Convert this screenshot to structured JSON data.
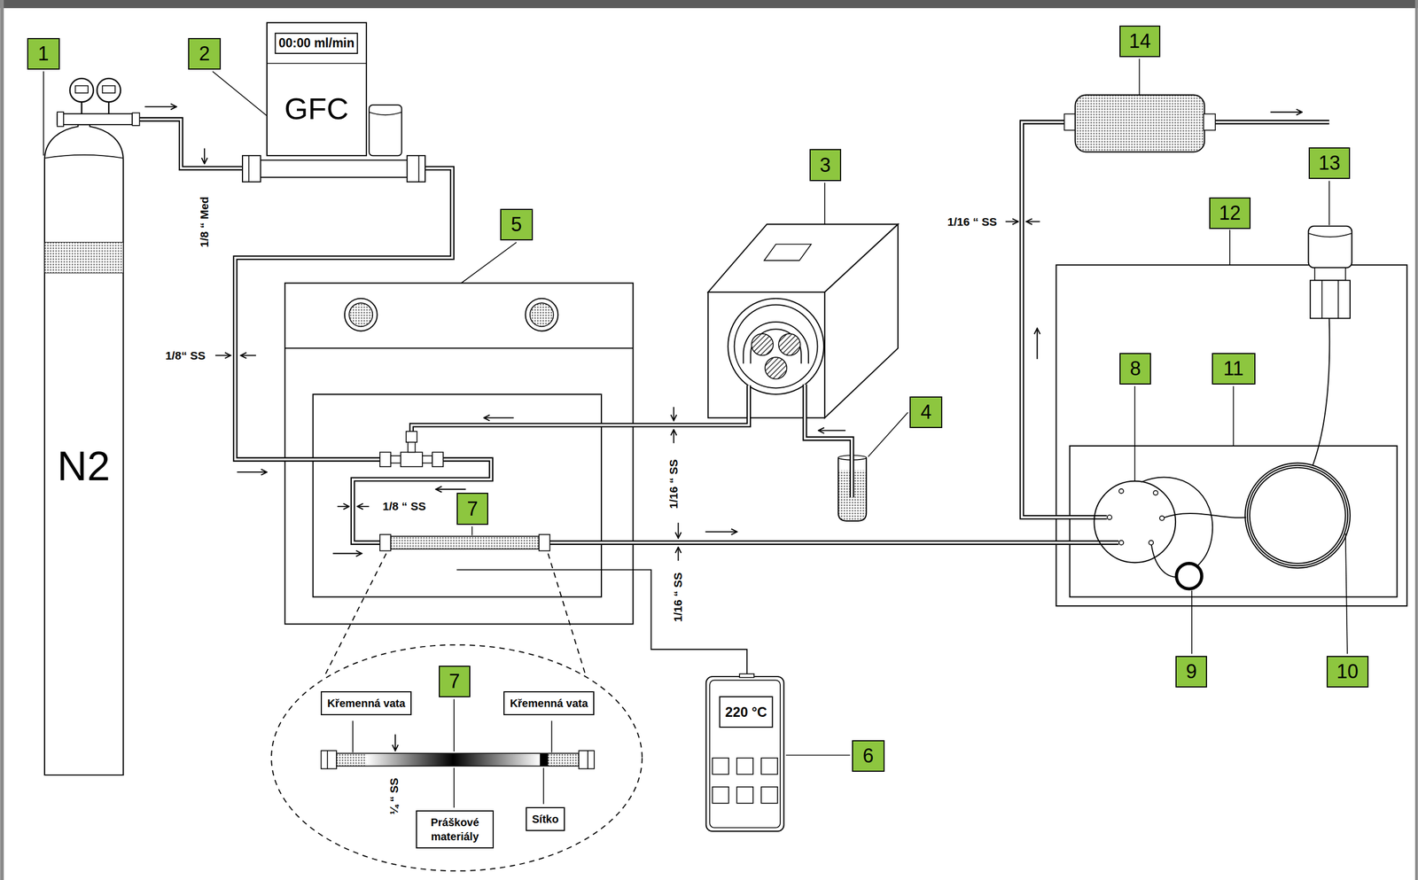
{
  "diagram": {
    "nodes": [
      {
        "text": [
          "N2"
        ]
      },
      {
        "text": [
          "00:00 ml/min",
          "GFC"
        ]
      },
      {
        "text": [
          "220 °C"
        ]
      },
      {
        "text": [
          "Křemenná vata"
        ]
      },
      {
        "text": [
          "Křemenná vata"
        ]
      },
      {
        "text": [
          "Práškové materiály"
        ]
      },
      {
        "text": [
          "Sítko"
        ]
      }
    ],
    "edges": [
      {
        "from": 0,
        "to": 1,
        "arrow": "none"
      }
    ],
    "labels": [
      "1",
      "2",
      "1/8 “ Med",
      "14",
      "13",
      "12",
      "3",
      "5",
      "1/16 “ SS",
      "1/8“ SS",
      "11",
      "8",
      "4",
      "1/16 “ SS",
      "7",
      "1/8 “ SS",
      "1/16 “ SS",
      "9",
      "10",
      "7",
      "6",
      "¼ “ SS"
    ]
  }
}
